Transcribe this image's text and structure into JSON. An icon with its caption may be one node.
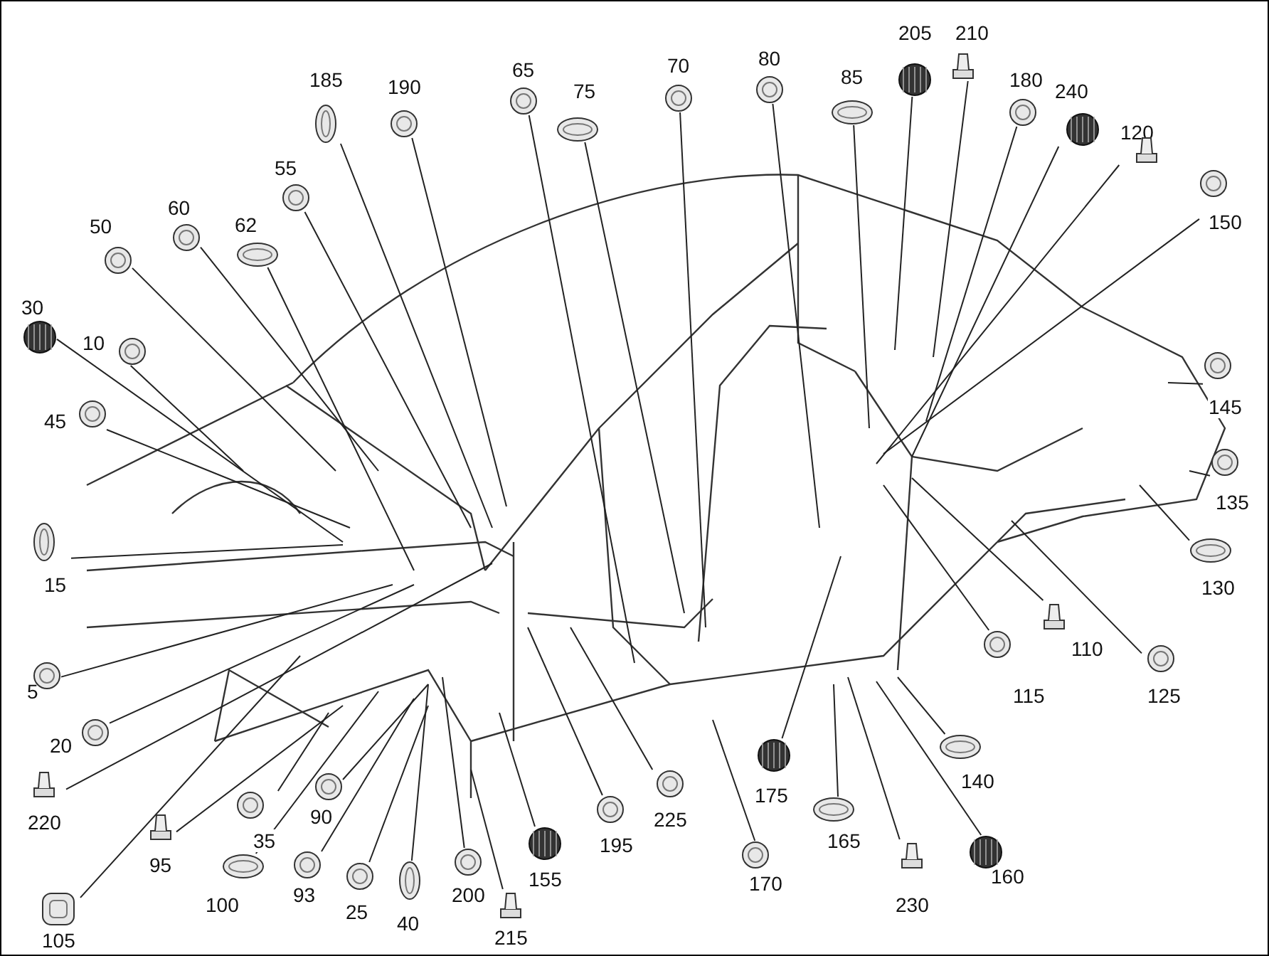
{
  "diagram": {
    "nodes": [
      {
        "text": [
          "205"
        ]
      },
      {
        "text": [
          "210"
        ]
      },
      {
        "text": [
          "70"
        ]
      },
      {
        "text": [
          "65"
        ]
      },
      {
        "text": [
          "80"
        ]
      },
      {
        "text": [
          "185"
        ]
      },
      {
        "text": [
          "190"
        ]
      },
      {
        "text": [
          "75"
        ]
      },
      {
        "text": [
          "85"
        ]
      },
      {
        "text": [
          "180"
        ]
      },
      {
        "text": [
          "240"
        ]
      },
      {
        "text": [
          "120"
        ]
      },
      {
        "text": [
          "55"
        ]
      },
      {
        "text": [
          "60"
        ]
      },
      {
        "text": [
          "50"
        ]
      },
      {
        "text": [
          "62"
        ]
      },
      {
        "text": [
          "150"
        ]
      },
      {
        "text": [
          "30"
        ]
      },
      {
        "text": [
          "10"
        ]
      },
      {
        "text": [
          "145"
        ]
      },
      {
        "text": [
          "45"
        ]
      },
      {
        "text": [
          "135"
        ]
      },
      {
        "text": [
          "15"
        ]
      },
      {
        "text": [
          "130"
        ]
      },
      {
        "text": [
          "110"
        ]
      },
      {
        "text": [
          "5"
        ]
      },
      {
        "text": [
          "115"
        ]
      },
      {
        "text": [
          "125"
        ]
      },
      {
        "text": [
          "20"
        ]
      },
      {
        "text": [
          "140"
        ]
      },
      {
        "text": [
          "175"
        ]
      },
      {
        "text": [
          "225"
        ]
      },
      {
        "text": [
          "90"
        ]
      },
      {
        "text": [
          "220"
        ]
      },
      {
        "text": [
          "165"
        ]
      },
      {
        "text": [
          "35"
        ]
      },
      {
        "text": [
          "195"
        ]
      },
      {
        "text": [
          "95"
        ]
      },
      {
        "text": [
          "155"
        ]
      },
      {
        "text": [
          "160"
        ]
      },
      {
        "text": [
          "170"
        ]
      },
      {
        "text": [
          "93"
        ]
      },
      {
        "text": [
          "200"
        ]
      },
      {
        "text": [
          "100"
        ]
      },
      {
        "text": [
          "230"
        ]
      },
      {
        "text": [
          "25"
        ]
      },
      {
        "text": [
          "40"
        ]
      },
      {
        "text": [
          "105"
        ]
      },
      {
        "text": [
          "215"
        ]
      }
    ],
    "edges": [
      {
        "from": 0,
        "to": null,
        "arrow": "none"
      },
      {
        "from": 1,
        "to": null,
        "arrow": "none"
      },
      {
        "from": 2,
        "to": null,
        "arrow": "none"
      },
      {
        "from": 3,
        "to": null,
        "arrow": "none"
      },
      {
        "from": 4,
        "to": null,
        "arrow": "none"
      },
      {
        "from": 5,
        "to": null,
        "arrow": "none"
      },
      {
        "from": 6,
        "to": null,
        "arrow": "none"
      },
      {
        "from": 7,
        "to": null,
        "arrow": "none"
      },
      {
        "from": 8,
        "to": null,
        "arrow": "none"
      },
      {
        "from": 9,
        "to": null,
        "arrow": "none"
      },
      {
        "from": 10,
        "to": null,
        "arrow": "none"
      },
      {
        "from": 11,
        "to": null,
        "arrow": "none"
      },
      {
        "from": 12,
        "to": null,
        "arrow": "none"
      },
      {
        "from": 13,
        "to": null,
        "arrow": "none"
      },
      {
        "from": 14,
        "to": null,
        "arrow": "none"
      },
      {
        "from": 15,
        "to": null,
        "arrow": "none"
      },
      {
        "from": 16,
        "to": null,
        "arrow": "none"
      },
      {
        "from": 17,
        "to": null,
        "arrow": "none"
      },
      {
        "from": 18,
        "to": null,
        "arrow": "none"
      },
      {
        "from": 19,
        "to": null,
        "arrow": "none"
      },
      {
        "from": 20,
        "to": null,
        "arrow": "none"
      },
      {
        "from": 21,
        "to": null,
        "arrow": "none"
      },
      {
        "from": 22,
        "to": null,
        "arrow": "none"
      },
      {
        "from": 23,
        "to": null,
        "arrow": "none"
      },
      {
        "from": 24,
        "to": null,
        "arrow": "none"
      },
      {
        "from": 25,
        "to": null,
        "arrow": "none"
      },
      {
        "from": 26,
        "to": null,
        "arrow": "none"
      },
      {
        "from": 27,
        "to": null,
        "arrow": "none"
      },
      {
        "from": 28,
        "to": null,
        "arrow": "none"
      },
      {
        "from": 29,
        "to": null,
        "arrow": "none"
      },
      {
        "from": 30,
        "to": null,
        "arrow": "none"
      },
      {
        "from": 31,
        "to": null,
        "arrow": "none"
      },
      {
        "from": 32,
        "to": null,
        "arrow": "none"
      },
      {
        "from": 33,
        "to": null,
        "arrow": "none"
      },
      {
        "from": 34,
        "to": null,
        "arrow": "none"
      },
      {
        "from": 35,
        "to": null,
        "arrow": "none"
      },
      {
        "from": 36,
        "to": null,
        "arrow": "none"
      },
      {
        "from": 37,
        "to": null,
        "arrow": "none"
      },
      {
        "from": 38,
        "to": null,
        "arrow": "none"
      },
      {
        "from": 39,
        "to": null,
        "arrow": "none"
      },
      {
        "from": 40,
        "to": null,
        "arrow": "none"
      },
      {
        "from": 41,
        "to": null,
        "arrow": "none"
      },
      {
        "from": 42,
        "to": null,
        "arrow": "none"
      },
      {
        "from": 43,
        "to": null,
        "arrow": "none"
      },
      {
        "from": 44,
        "to": null,
        "arrow": "none"
      },
      {
        "from": 45,
        "to": null,
        "arrow": "none"
      },
      {
        "from": 46,
        "to": null,
        "arrow": "none"
      },
      {
        "from": 47,
        "to": null,
        "arrow": "none"
      },
      {
        "from": 48,
        "to": null,
        "arrow": "none"
      }
    ]
  }
}
